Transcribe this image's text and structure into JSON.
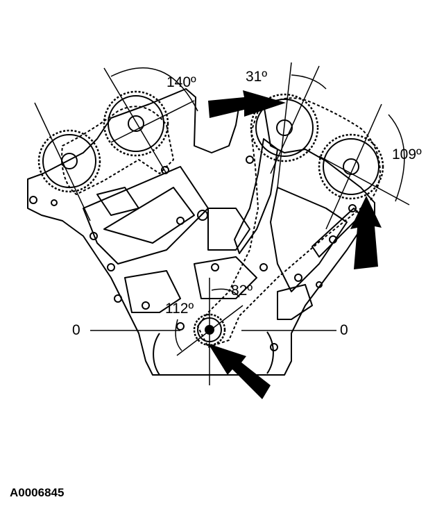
{
  "angles": {
    "left_outer_cam": "140º",
    "right_inner_cam": "31º",
    "right_outer_cam": "109º",
    "crank_left": "112º",
    "crank_right": "82º"
  },
  "zero_marks": {
    "left": "0",
    "right": "0"
  },
  "figure_id": "A0006845"
}
